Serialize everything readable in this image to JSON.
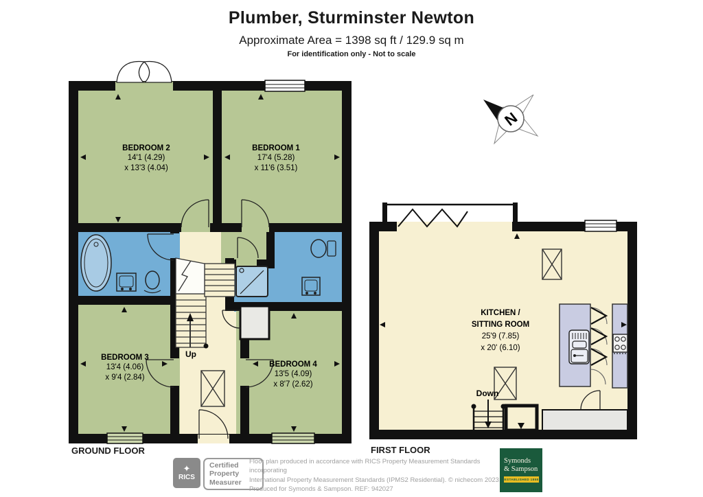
{
  "header": {
    "title": "Plumber, Sturminster Newton",
    "area": "Approximate Area = 1398 sq ft / 129.9 sq m",
    "note": "For identification only - Not to scale"
  },
  "compass": {
    "north_label": "N"
  },
  "ground_floor": {
    "floor_label": "GROUND FLOOR",
    "stairs_label": "Up",
    "bedroom2": {
      "name": "BEDROOM 2",
      "dim_a": "14'1 (4.29)",
      "dim_b": "x 13'3 (4.04)"
    },
    "bedroom1": {
      "name": "BEDROOM 1",
      "dim_a": "17'4 (5.28)",
      "dim_b": "x 11'6 (3.51)"
    },
    "bedroom3": {
      "name": "BEDROOM 3",
      "dim_a": "13'4 (4.06)",
      "dim_b": "x 9'4 (2.84)"
    },
    "bedroom4": {
      "name": "BEDROOM 4",
      "dim_a": "13'5 (4.09)",
      "dim_b": "x 8'7 (2.62)"
    }
  },
  "first_floor": {
    "floor_label": "FIRST FLOOR",
    "stairs_label": "Down",
    "kitchen": {
      "name_a": "KITCHEN /",
      "name_b": "SITTING ROOM",
      "dim_a": "25'9 (7.85)",
      "dim_b": "x 20' (6.10)"
    }
  },
  "footer": {
    "rics_mark": "✦",
    "rics_brand": "RICS",
    "cert_line1": "Certified",
    "cert_line2": "Property",
    "cert_line3": "Measurer",
    "disclaimer_line1": "Floor plan produced in accordance with RICS Property Measurement Standards incorporating",
    "disclaimer_line2": "International Property Measurement Standards (IPMS2 Residential).  © nichecom 2023.",
    "disclaimer_line3": "Produced for Symonds & Sampson.   REF: 942027",
    "agent_line1": "Symonds",
    "agent_line2": "& Sampson",
    "agent_banner": "ESTABLISHED 1858"
  },
  "colors": {
    "room_green": "#b7c795",
    "wet_blue": "#73aed6",
    "hall_cream": "#f7f0d2",
    "counter_lavender": "#c9cce2",
    "wall_black": "#111111",
    "agent_green": "#1a5a3c",
    "banner_yellow": "#e9bd23"
  }
}
